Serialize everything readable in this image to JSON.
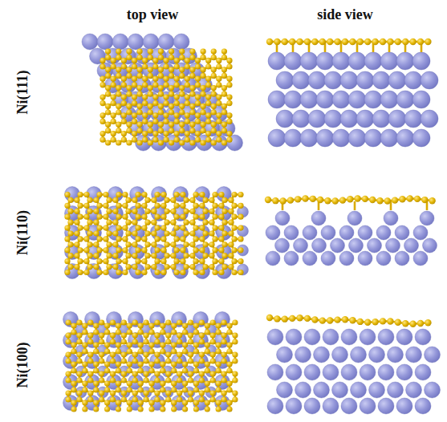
{
  "diagram": {
    "labels": [
      "top view",
      "side view",
      "Ni(111)",
      "Ni(110)",
      "Ni(100)"
    ]
  }
}
